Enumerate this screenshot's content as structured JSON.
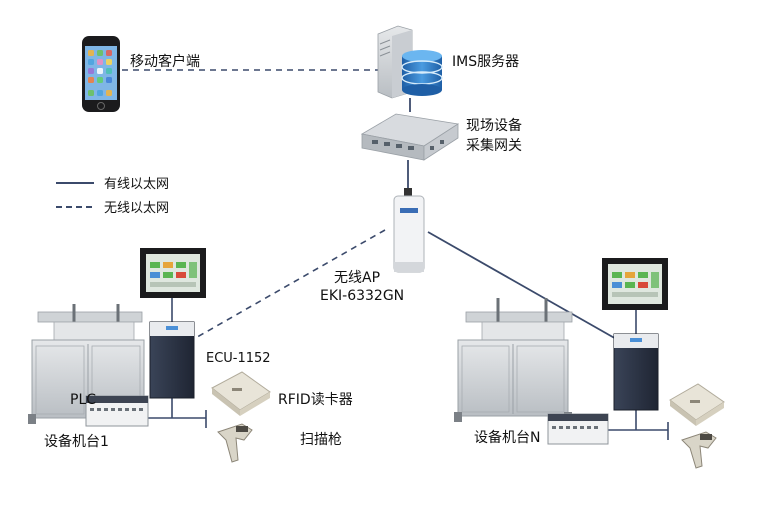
{
  "labels": {
    "mobile_client": "移动客户端",
    "ims_server": "IMS服务器",
    "gateway_line1": "现场设备",
    "gateway_line2": "采集网关",
    "legend_wired": "有线以太网",
    "legend_wireless": "无线以太网",
    "ap_line1": "无线AP",
    "ap_line2": "EKI-6332GN",
    "ecu": "ECU-1152",
    "rfid": "RFID读卡器",
    "scanner": "扫描枪",
    "plc": "PLC",
    "machine_1": "设备机台1",
    "machine_n": "设备机台N"
  },
  "colors": {
    "wired_line": "#3b4a6b",
    "wireless_line": "#3b4a6b",
    "ecu_cabinet": "#2c3446",
    "server_disk": "#2f78c4"
  }
}
